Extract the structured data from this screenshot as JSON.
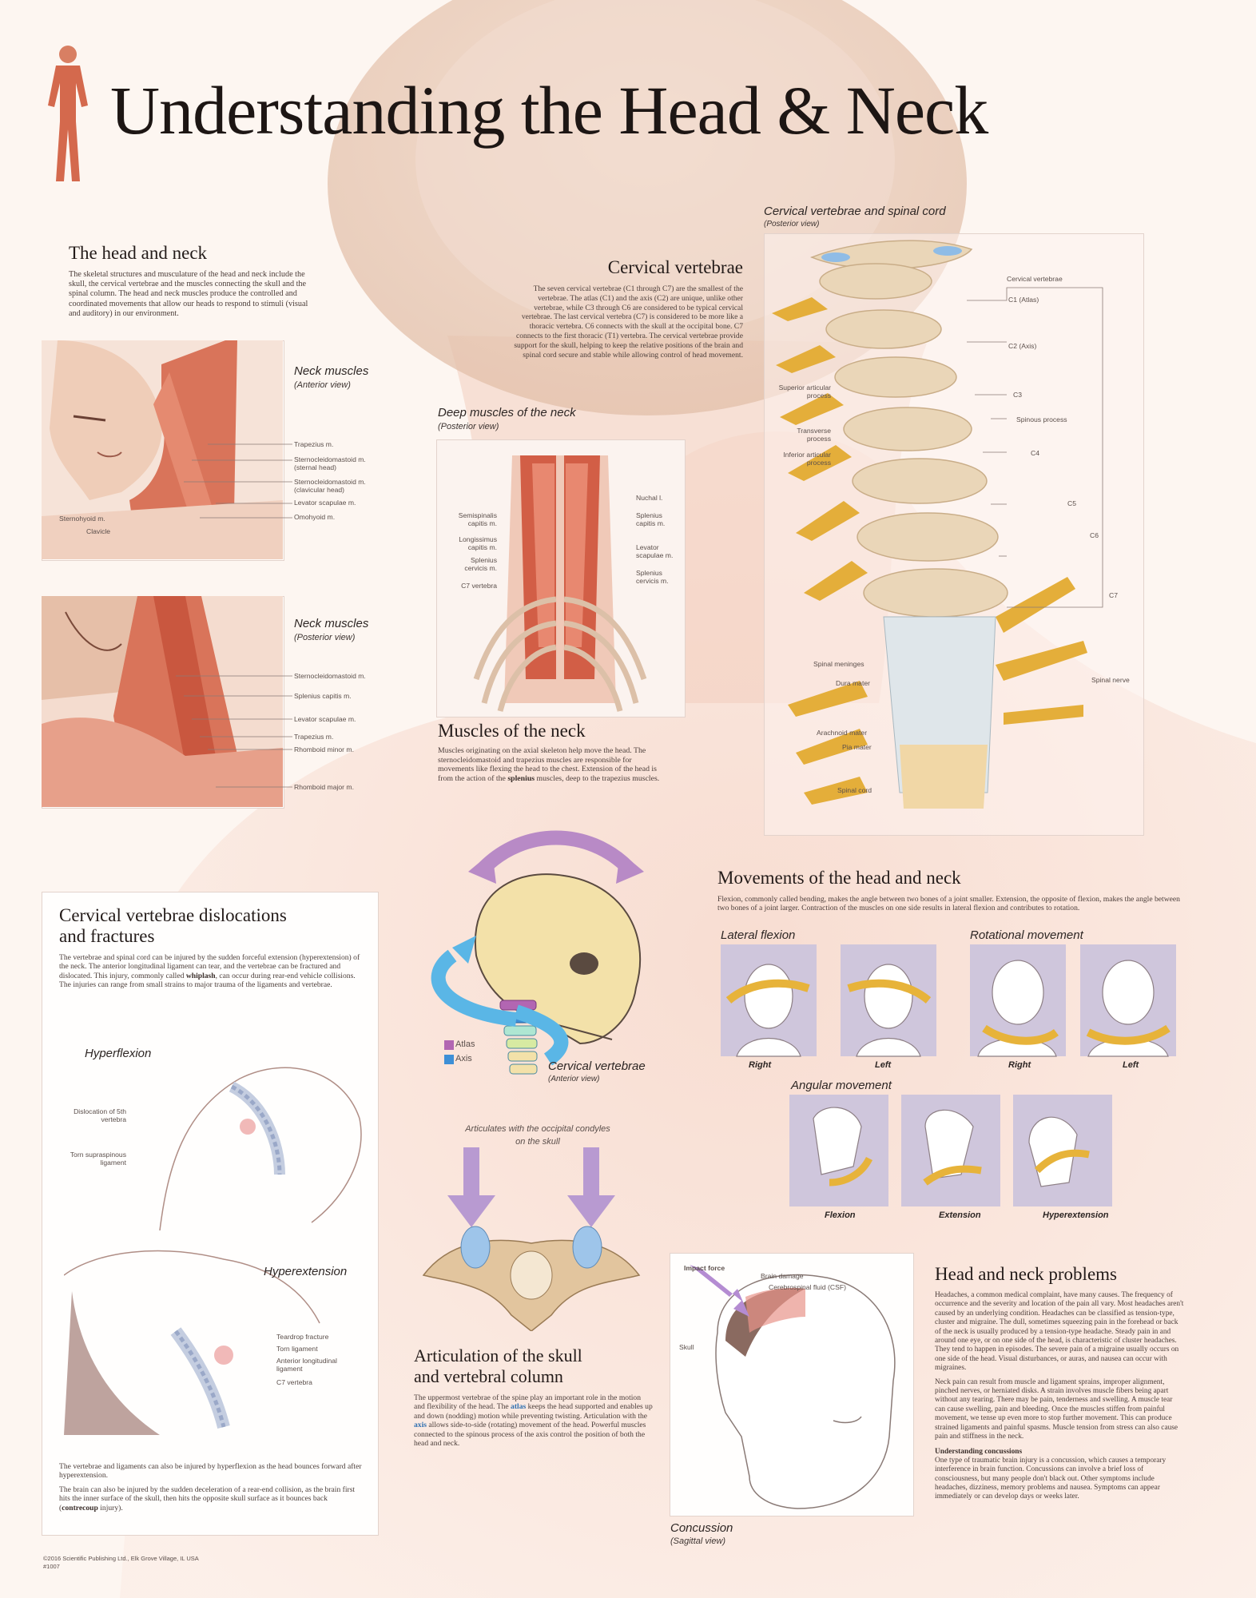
{
  "title": "Understanding the Head & Neck",
  "head_neck": {
    "heading": "The head and neck",
    "text": "The skeletal structures and musculature of the head and neck include the skull, the cervical vertebrae and the muscles connecting the skull and the spinal column. The head and neck muscles produce the controlled and coordinated movements that allow our heads to respond to stimuli (visual and auditory) in our environment."
  },
  "cervical_vertebrae": {
    "heading": "Cervical vertebrae",
    "text": "The seven cervical vertebrae (C1 through C7) are the smallest of the vertebrae. The atlas (C1) and the axis (C2) are unique, unlike other vertebrae, while C3 through C6 are considered to be typical cervical vertebrae. The last cervical vertebra (C7) is considered to be more like a thoracic vertebra. C6 connects with the skull at the occipital bone. C7 connects to the first thoracic (T1) vertebra. The cervical vertebrae provide support for the skull, helping to keep the relative positions of the brain and spinal cord secure and stable while allowing control of head movement."
  },
  "neck_anterior": {
    "caption": "Neck muscles",
    "sub": "(Anterior view)",
    "labels_right": [
      "Trapezius m.",
      "Sternocleidomastoid m. (sternal head)",
      "Sternocleidomastoid m. (clavicular head)",
      "Levator scapulae m.",
      "Omohyoid m."
    ],
    "labels_left": [
      "Sternohyoid m.",
      "Clavicle"
    ]
  },
  "neck_posterior": {
    "caption": "Neck muscles",
    "sub": "(Posterior view)",
    "labels_right": [
      "Sternocleidomastoid m.",
      "Splenius capitis m.",
      "Levator scapulae m.",
      "Trapezius m.",
      "Rhomboid minor m.",
      "Rhomboid major m."
    ]
  },
  "deep_muscles": {
    "caption": "Deep muscles of the neck",
    "sub": "(Posterior view)",
    "labels_left": [
      "Semispinalis capitis m.",
      "Longissimus capitis m.",
      "Splenius cervicis m.",
      "C7 vertebra"
    ],
    "labels_right": [
      "Nuchal l.",
      "Splenius capitis m.",
      "Levator scapulae m.",
      "Splenius cervicis m."
    ]
  },
  "muscles_neck": {
    "heading": "Muscles of the neck",
    "text_a": "Muscles originating on the axial skeleton help move the head. The sternocleidomastoid and trapezius muscles are responsible for movements like flexing the head to the chest. Extension of the head is from the action of the ",
    "text_bold": "splenius",
    "text_b": " muscles, deep to the trapezius muscles."
  },
  "spinal_cord": {
    "caption": "Cervical vertebrae and spinal cord",
    "sub": "(Posterior view)",
    "group_label": "Cervical vertebrae",
    "labels_right": [
      "C1 (Atlas)",
      "C2 (Axis)",
      "C3",
      "Spinous process",
      "C4",
      "C5",
      "C6",
      "C7",
      "Spinal nerve"
    ],
    "labels_left": [
      "Superior articular process",
      "Transverse process",
      "Inferior articular process"
    ],
    "meninges_label": "Spinal meninges",
    "meninges": [
      "Dura mater",
      "Arachnoid mater",
      "Pia mater",
      "Spinal cord"
    ]
  },
  "dislocations": {
    "heading_1": "Cervical vertebrae dislocations",
    "heading_2": "and fractures",
    "text_a": "The vertebrae and spinal cord can be injured by the sudden forceful extension (hyperextension) of the neck. The anterior longitudinal ligament can tear, and the vertebrae can be fractured and dislocated. This injury, commonly called ",
    "text_bold": "whiplash",
    "text_b": ", can occur during rear-end vehicle collisions. The injuries can range from small strains to major trauma of the ligaments and vertebrae.",
    "hyperflexion": "Hyperflexion",
    "hf_labels": [
      "Dislocation of 5th vertebra",
      "Torn supraspinous ligament"
    ],
    "hyperextension": "Hyperextension",
    "he_labels": [
      "Teardrop fracture",
      "Torn ligament",
      "Anterior longitudinal ligament",
      "C7 vertebra"
    ],
    "bottom_1": "The vertebrae and ligaments can also be injured by hyperflexion as the head bounces forward after hyperextension.",
    "bottom_2a": "The brain can also be injured by the sudden deceleration of a rear-end collision, as the brain first hits the inner surface of the skull, then hits the opposite skull surface as it bounces back (",
    "bottom_2b": "contrecoup",
    "bottom_2c": " injury)."
  },
  "skull_diagram": {
    "legend": [
      "Atlas",
      "Axis"
    ],
    "legend_colors": [
      "#b266b2",
      "#3d8fd6"
    ],
    "caption": "Cervical vertebrae",
    "sub": "(Anterior view)"
  },
  "movements": {
    "heading": "Movements of the head and neck",
    "text": "Flexion, commonly called bending, makes the angle between two bones of a joint smaller. Extension, the opposite of flexion, makes the angle between two bones of a joint larger. Contraction of the muscles on one side results in lateral flexion and contributes to rotation.",
    "lateral": "Lateral flexion",
    "rotational": "Rotational movement",
    "angular": "Angular movement",
    "lateral_items": [
      "Right",
      "Left"
    ],
    "rot_items": [
      "Right",
      "Left"
    ],
    "angular_items": [
      "Flexion",
      "Extension",
      "Hyperextension"
    ]
  },
  "articulation": {
    "note_1": "Articulates with the occipital condyles",
    "note_2": "on the skull",
    "heading_1": "Articulation of the skull",
    "heading_2": "and vertebral column",
    "text_a": "The uppermost vertebrae of the spine play an important role in the motion and flexibility of the head. The ",
    "atlas": "atlas",
    "text_b": " keeps the head supported and enables up and down (nodding) motion while preventing twisting. Articulation with the ",
    "axis": "axis",
    "text_c": " allows side-to-side (rotating) movement of the head. Powerful muscles connected to the spinous process of the axis control the position of both the head and neck."
  },
  "concussion": {
    "labels": [
      "Impact force",
      "Brain damage",
      "Cerebrospinal fluid (CSF)",
      "Skull"
    ],
    "caption": "Concussion",
    "sub": "(Sagittal view)"
  },
  "problems": {
    "heading": "Head and neck problems",
    "text_1": "Headaches, a common medical complaint, have many causes. The frequency of occurrence and the severity and location of the pain all vary. Most headaches aren't caused by an underlying condition. Headaches can be classified as tension-type, cluster and migraine. The dull, sometimes squeezing pain in the forehead or back of the neck is usually produced by a tension-type headache. Steady pain in and around one eye, or on one side of the head, is characteristic of cluster headaches. They tend to happen in episodes. The severe pain of a migraine usually occurs on one side of the head. Visual disturbances, or auras, and nausea can occur with migraines.",
    "text_2": "Neck pain can result from muscle and ligament sprains, improper alignment, pinched nerves, or herniated disks. A strain involves muscle fibers being apart without any tearing. There may be pain, tenderness and swelling. A muscle tear can cause swelling, pain and bleeding. Once the muscles stiffen from painful movement, we tense up even more to stop further movement. This can produce strained ligaments and painful spasms. Muscle tension from stress can also cause pain and stiffness in the neck.",
    "sub_heading": "Understanding concussions",
    "text_3": "One type of traumatic brain injury is a concussion, which causes a temporary interference in brain function. Concussions can involve a brief loss of consciousness, but many people don't black out. Other symptoms include headaches, dizziness, memory problems and nausea. Symptoms can appear immediately or can develop days or weeks later."
  },
  "footer": {
    "line_1": "©2016 Scientific Publishing Ltd., Elk Grove Village, IL USA",
    "line_2": "#1007"
  }
}
